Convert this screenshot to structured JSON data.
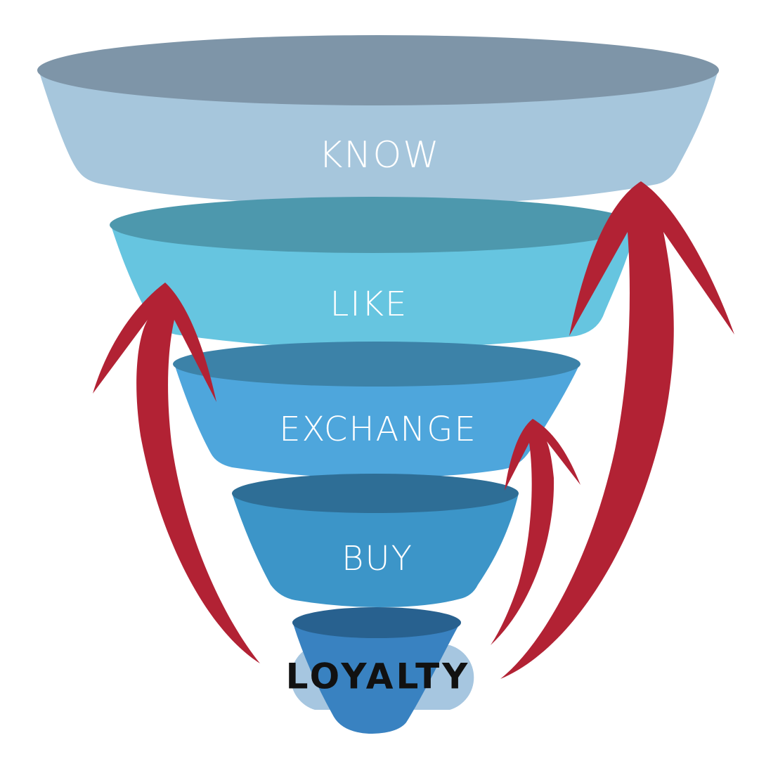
{
  "funnel": {
    "stages": [
      {
        "label": "KNOW",
        "body_color": "#a6c6dc",
        "rim_color": "#7e95a8"
      },
      {
        "label": "LIKE",
        "body_color": "#66c5e0",
        "rim_color": "#4d98ad"
      },
      {
        "label": "EXCHANGE",
        "body_color": "#4ea6dc",
        "rim_color": "#3c82a8"
      },
      {
        "label": "BUY",
        "body_color": "#3c95c8",
        "rim_color": "#2e6e96"
      },
      {
        "label": "LOYALTY",
        "body_color": "#3982c1",
        "rim_color": "#28618f"
      }
    ],
    "label_color": "#ffffff",
    "loyalty_label_color": "#111111",
    "loyalty_pill_color": "#a6c6e0"
  },
  "arrows": {
    "color": "#b22234",
    "items": [
      {
        "name": "arrow-loyalty-to-like"
      },
      {
        "name": "arrow-loyalty-to-exchange"
      },
      {
        "name": "arrow-loyalty-to-know"
      }
    ]
  }
}
